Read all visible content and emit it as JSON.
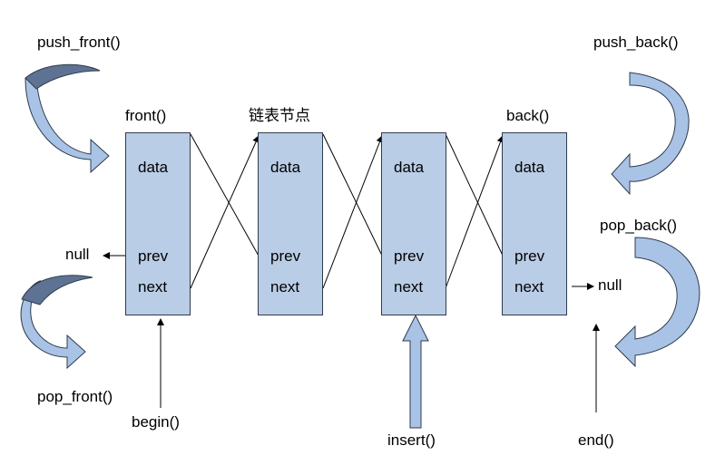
{
  "colors": {
    "node_fill": "#b9cde6",
    "node_border": "#2f3b4d",
    "curved_arrow_fill": "#a9c3e6",
    "curved_arrow_shade": "#5e7393",
    "line": "#000000"
  },
  "labels": {
    "push_front": "push_front()",
    "push_back": "push_back()",
    "pop_front": "pop_front()",
    "pop_back": "pop_back()",
    "front": "front()",
    "back": "back()",
    "node_caption": "链表节点",
    "begin": "begin()",
    "insert": "insert()",
    "end": "end()",
    "null_left": "null",
    "null_right": "null"
  },
  "nodes": [
    {
      "data": "data",
      "prev": "prev",
      "next": "next"
    },
    {
      "data": "data",
      "prev": "prev",
      "next": "next"
    },
    {
      "data": "data",
      "prev": "prev",
      "next": "next"
    },
    {
      "data": "data",
      "prev": "prev",
      "next": "next"
    }
  ]
}
